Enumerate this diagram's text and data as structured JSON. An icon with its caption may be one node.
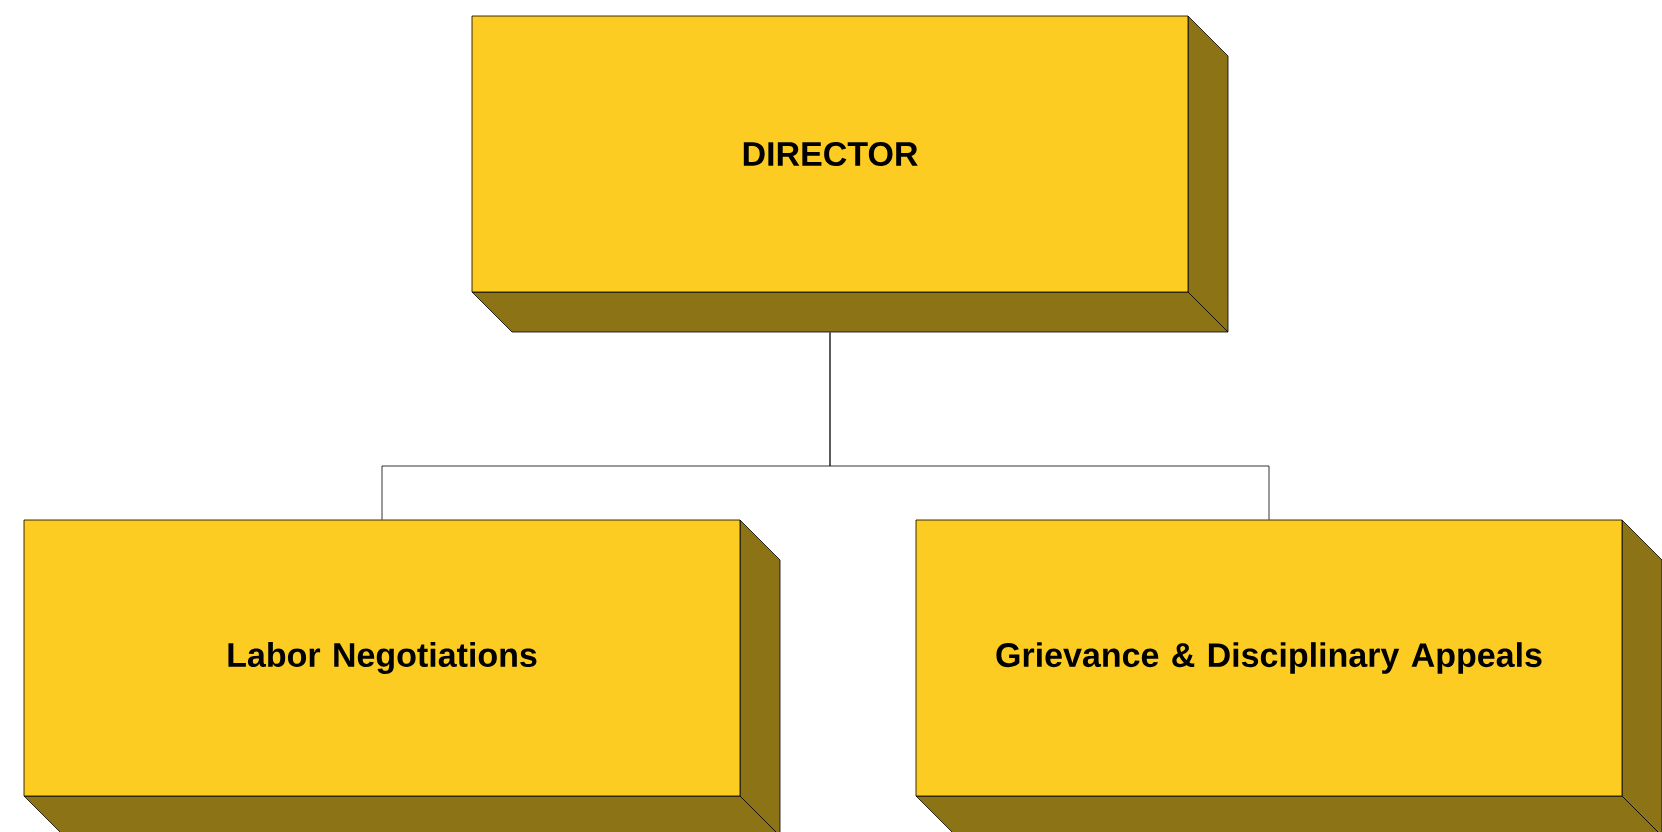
{
  "diagram": {
    "nodes": [
      {
        "text": [
          "DIRECTOR"
        ]
      },
      {
        "text": [
          "Labor Negotiations"
        ]
      },
      {
        "text": [
          "Grievance & Disciplinary Appeals"
        ]
      }
    ],
    "edges": [
      {
        "from": 0,
        "to": 1,
        "arrow": "none"
      },
      {
        "from": 0,
        "to": 2,
        "arrow": "none"
      }
    ]
  }
}
